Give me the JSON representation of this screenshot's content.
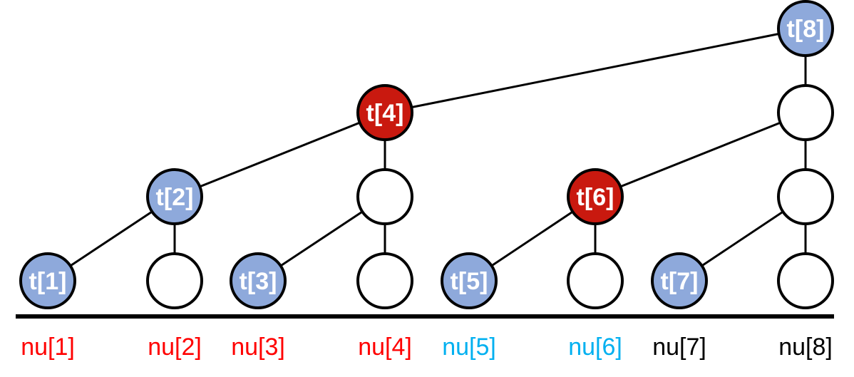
{
  "colors": {
    "blue": "#8ea9db",
    "red": "#c9190f",
    "white": "#ffffff",
    "nu_red": "#ff0000",
    "nu_cyan": "#00b0f0",
    "nu_black": "#000000"
  },
  "nodes": [
    {
      "id": "t1",
      "label": "t[1]",
      "fill": "blue"
    },
    {
      "id": "e2",
      "label": "",
      "fill": "white"
    },
    {
      "id": "t3",
      "label": "t[3]",
      "fill": "blue"
    },
    {
      "id": "e4a",
      "label": "",
      "fill": "white"
    },
    {
      "id": "t5",
      "label": "t[5]",
      "fill": "blue"
    },
    {
      "id": "e6a",
      "label": "",
      "fill": "white"
    },
    {
      "id": "t7",
      "label": "t[7]",
      "fill": "blue"
    },
    {
      "id": "e8a",
      "label": "",
      "fill": "white"
    },
    {
      "id": "t2",
      "label": "t[2]",
      "fill": "blue"
    },
    {
      "id": "e4b",
      "label": "",
      "fill": "white"
    },
    {
      "id": "t6",
      "label": "t[6]",
      "fill": "red"
    },
    {
      "id": "e8b",
      "label": "",
      "fill": "white"
    },
    {
      "id": "t4",
      "label": "t[4]",
      "fill": "red"
    },
    {
      "id": "e8c",
      "label": "",
      "fill": "white"
    },
    {
      "id": "t8",
      "label": "t[8]",
      "fill": "blue"
    }
  ],
  "edges": [
    [
      "t1",
      "t2"
    ],
    [
      "e2",
      "t2"
    ],
    [
      "t3",
      "e4b"
    ],
    [
      "e4a",
      "e4b"
    ],
    [
      "t5",
      "t6"
    ],
    [
      "e6a",
      "t6"
    ],
    [
      "t7",
      "e8b"
    ],
    [
      "e8a",
      "e8b"
    ],
    [
      "t2",
      "t4"
    ],
    [
      "e4b",
      "t4"
    ],
    [
      "t6",
      "e8c"
    ],
    [
      "e8b",
      "e8c"
    ],
    [
      "t4",
      "t8"
    ],
    [
      "e8c",
      "t8"
    ]
  ],
  "nu_labels": [
    {
      "text": "nu[1]",
      "color": "nu_red"
    },
    {
      "text": "nu[2]",
      "color": "nu_red"
    },
    {
      "text": "nu[3]",
      "color": "nu_red"
    },
    {
      "text": "nu[4]",
      "color": "nu_red"
    },
    {
      "text": "nu[5]",
      "color": "nu_cyan"
    },
    {
      "text": "nu[6]",
      "color": "nu_cyan"
    },
    {
      "text": "nu[7]",
      "color": "nu_black"
    },
    {
      "text": "nu[8]",
      "color": "nu_black"
    }
  ]
}
